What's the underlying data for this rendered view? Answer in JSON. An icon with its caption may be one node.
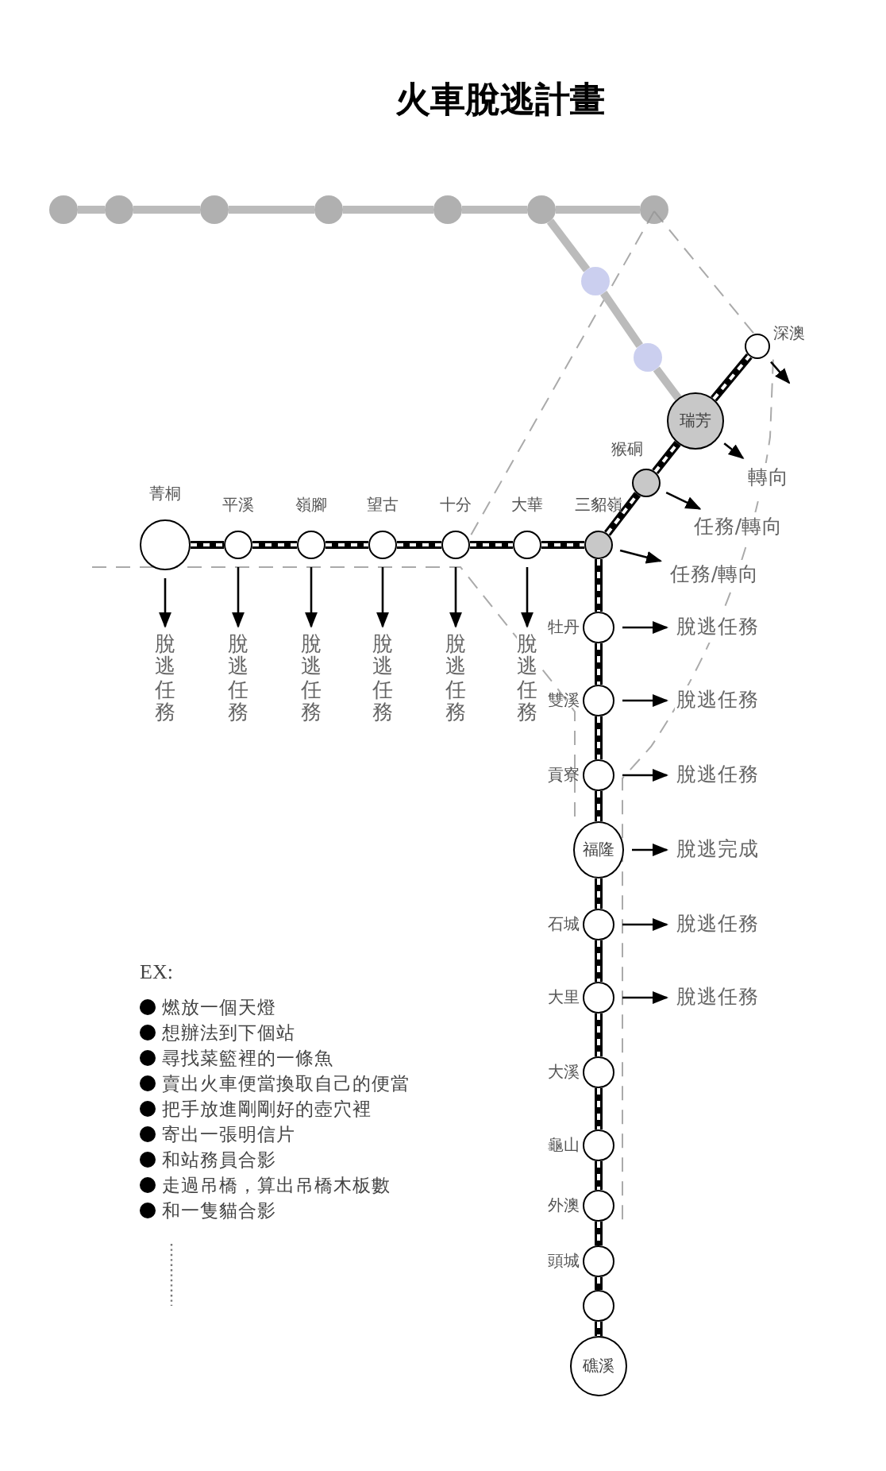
{
  "diagram": {
    "title": "火車脫逃計畫",
    "nodes": [
      {
        "text": [],
        "shape": "circle"
      },
      {
        "text": [],
        "shape": "circle"
      },
      {
        "text": [],
        "shape": "circle"
      },
      {
        "text": [],
        "shape": "circle"
      },
      {
        "text": [],
        "shape": "circle"
      },
      {
        "text": [],
        "shape": "circle"
      },
      {
        "text": [],
        "shape": "circle"
      },
      {
        "text": [],
        "shape": "circle"
      },
      {
        "text": [],
        "shape": "circle"
      },
      {
        "text": [],
        "shape": "circle",
        "beside": [
          "深澳"
        ]
      },
      {
        "text": [
          "瑞芳"
        ]
      },
      {
        "text": [],
        "shape": "circle",
        "beside": [
          "猴硐"
        ]
      },
      {
        "text": [],
        "shape": "circle",
        "beside": [
          "三貂嶺"
        ]
      },
      {
        "text": [],
        "shape": "circle",
        "beside": [
          "菁桐"
        ]
      },
      {
        "text": [],
        "shape": "circle",
        "beside": [
          "平溪"
        ]
      },
      {
        "text": [],
        "shape": "circle",
        "beside": [
          "嶺腳"
        ]
      },
      {
        "text": [],
        "shape": "circle",
        "beside": [
          "望古"
        ]
      },
      {
        "text": [],
        "shape": "circle",
        "beside": [
          "十分"
        ]
      },
      {
        "text": [],
        "shape": "circle",
        "beside": [
          "大華"
        ]
      },
      {
        "text": [],
        "shape": "circle",
        "beside": [
          "牡丹"
        ]
      },
      {
        "text": [],
        "shape": "circle",
        "beside": [
          "雙溪"
        ]
      },
      {
        "text": [],
        "shape": "circle",
        "beside": [
          "貢寮"
        ]
      },
      {
        "text": [
          "福隆"
        ]
      },
      {
        "text": [],
        "shape": "circle",
        "beside": [
          "石城"
        ]
      },
      {
        "text": [],
        "shape": "circle",
        "beside": [
          "大里"
        ]
      },
      {
        "text": [],
        "shape": "circle",
        "beside": [
          "大溪"
        ]
      },
      {
        "text": [],
        "shape": "circle",
        "beside": [
          "龜山"
        ]
      },
      {
        "text": [],
        "shape": "circle",
        "beside": [
          "外澳"
        ]
      },
      {
        "text": [],
        "shape": "circle",
        "beside": [
          "頭城"
        ]
      },
      {
        "text": [],
        "shape": "circle"
      },
      {
        "text": [
          "礁溪"
        ]
      },
      {
        "text": [
          "轉向"
        ]
      },
      {
        "text": [
          "任務/轉向"
        ]
      },
      {
        "text": [
          "任務/轉向"
        ]
      },
      {
        "text": [
          "脫逃任務"
        ]
      },
      {
        "text": [
          "脫逃任務"
        ]
      },
      {
        "text": [
          "脫逃任務"
        ]
      },
      {
        "text": [
          "脫逃任務"
        ]
      },
      {
        "text": [
          "脫逃任務"
        ]
      },
      {
        "text": [
          "脫逃任務"
        ]
      },
      {
        "text": [
          "脫逃任務"
        ]
      },
      {
        "text": [
          "脫逃任務"
        ]
      },
      {
        "text": [
          "脫逃任務"
        ]
      },
      {
        "text": [
          "脫逃完成"
        ]
      },
      {
        "text": [
          "脫逃任務"
        ]
      },
      {
        "text": [
          "脫逃任務"
        ]
      }
    ],
    "edges": [
      {
        "from": 0,
        "to": 1,
        "arrow": "none",
        "color": "#bbbbbb"
      },
      {
        "from": 1,
        "to": 2,
        "arrow": "none",
        "color": "#bbbbbb"
      },
      {
        "from": 2,
        "to": 3,
        "arrow": "none",
        "color": "#bbbbbb"
      },
      {
        "from": 3,
        "to": 4,
        "arrow": "none",
        "color": "#bbbbbb"
      },
      {
        "from": 4,
        "to": 5,
        "arrow": "none",
        "color": "#bbbbbb"
      },
      {
        "from": 5,
        "to": 6,
        "arrow": "none",
        "color": "#bbbbbb"
      },
      {
        "from": 5,
        "to": 7,
        "arrow": "none",
        "color": "#bbbbbb"
      },
      {
        "from": 7,
        "to": 8,
        "arrow": "none",
        "color": "#bbbbbb"
      },
      {
        "from": 8,
        "to": 10,
        "arrow": "none",
        "color": "#bbbbbb"
      },
      {
        "from": 10,
        "to": 9,
        "arrow": "none"
      },
      {
        "from": 11,
        "to": 10,
        "arrow": "none"
      },
      {
        "from": 12,
        "to": 11,
        "arrow": "none"
      },
      {
        "from": 13,
        "to": 14,
        "arrow": "none"
      },
      {
        "from": 14,
        "to": 15,
        "arrow": "none"
      },
      {
        "from": 15,
        "to": 16,
        "arrow": "none"
      },
      {
        "from": 16,
        "to": 17,
        "arrow": "none"
      },
      {
        "from": 17,
        "to": 18,
        "arrow": "none"
      },
      {
        "from": 18,
        "to": 12,
        "arrow": "none"
      },
      {
        "from": 12,
        "to": 19,
        "arrow": "none"
      },
      {
        "from": 19,
        "to": 20,
        "arrow": "none"
      },
      {
        "from": 20,
        "to": 21,
        "arrow": "none"
      },
      {
        "from": 21,
        "to": 22,
        "arrow": "none"
      },
      {
        "from": 22,
        "to": 23,
        "arrow": "none"
      },
      {
        "from": 23,
        "to": 24,
        "arrow": "none"
      },
      {
        "from": 24,
        "to": 25,
        "arrow": "none"
      },
      {
        "from": 25,
        "to": 26,
        "arrow": "none"
      },
      {
        "from": 26,
        "to": 27,
        "arrow": "none"
      },
      {
        "from": 27,
        "to": 28,
        "arrow": "none"
      },
      {
        "from": 28,
        "to": 29,
        "arrow": "none"
      },
      {
        "from": 29,
        "to": 30,
        "arrow": "none"
      },
      {
        "from": 9,
        "to": null,
        "arrow": "to"
      },
      {
        "from": 10,
        "to": 31,
        "arrow": "to"
      },
      {
        "from": 11,
        "to": 32,
        "arrow": "to"
      },
      {
        "from": 12,
        "to": 33,
        "arrow": "to"
      },
      {
        "from": 13,
        "to": 34,
        "arrow": "to"
      },
      {
        "from": 14,
        "to": 35,
        "arrow": "to"
      },
      {
        "from": 15,
        "to": 36,
        "arrow": "to"
      },
      {
        "from": 16,
        "to": 37,
        "arrow": "to"
      },
      {
        "from": 17,
        "to": 38,
        "arrow": "to"
      },
      {
        "from": 18,
        "to": 39,
        "arrow": "to"
      },
      {
        "from": 19,
        "to": 40,
        "arrow": "to"
      },
      {
        "from": 20,
        "to": 41,
        "arrow": "to"
      },
      {
        "from": 21,
        "to": 42,
        "arrow": "to"
      },
      {
        "from": 22,
        "to": 43,
        "arrow": "to"
      },
      {
        "from": 23,
        "to": 44,
        "arrow": "to"
      },
      {
        "from": 24,
        "to": 45,
        "arrow": "to"
      }
    ],
    "labels": [
      "EX:",
      "燃放一個天燈",
      "想辦法到下個站",
      "尋找菜籃裡的一條魚",
      "賣出火車便當換取自己的便當",
      "把手放進剛剛好的壺穴裡",
      "寄出一張明信片",
      "和站務員合影",
      "走過吊橋，算出吊橋木板數",
      "和一隻貓合影"
    ]
  }
}
